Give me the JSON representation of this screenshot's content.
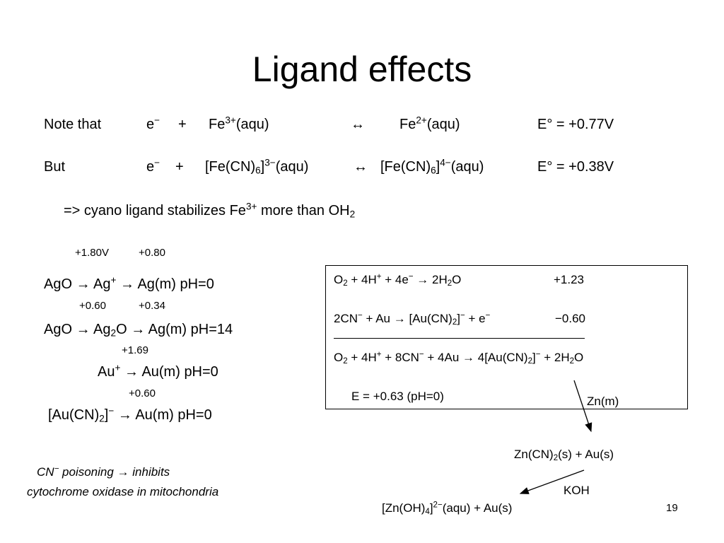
{
  "slide": {
    "title": "Ligand effects",
    "page_number": "19"
  },
  "eq1": {
    "lead": "Note that",
    "e": "e",
    "e_sup": "−",
    "plus": "+",
    "fe": "Fe",
    "fe_sup": "3+",
    "fe_tail": "(aqu)",
    "arrow": "↔",
    "prod": "Fe",
    "prod_sup": "2+",
    "prod_tail": "(aqu)",
    "pot_pre": "E",
    "pot_deg": "°",
    "pot_val": " = +0.77V"
  },
  "eq2": {
    "lead": "But",
    "e": "e",
    "e_sup": "−",
    "plus": "+",
    "r1": "[Fe(CN)",
    "r1_sub": "6",
    "r1_b": "]",
    "r1_sup": "3−",
    "r1_tail": "(aqu)",
    "arrow": "↔",
    "p1": "[Fe(CN)",
    "p1_sub": "6",
    "p1_b": "]",
    "p1_sup": "4−",
    "p1_tail": "(aqu)",
    "pot_pre": "E",
    "pot_deg": "°",
    "pot_val": " = +0.38V"
  },
  "conclusion": {
    "a": "=> cyano ligand stabilizes Fe",
    "sup": "3+",
    "b": " more than OH",
    "sub": "2"
  },
  "silver": {
    "pot1a": "+1.80V",
    "pot1b": "+0.80",
    "r1_a": "AgO ",
    "r1_arrow": "→",
    "r1_b": "  Ag",
    "r1_sup": "+",
    "r1_arrow2": " →",
    "r1_c": " Ag(m)  pH=0",
    "pot2a": "+0.60",
    "pot2b": "+0.34",
    "r2_a": "AgO ",
    "r2_arrow": "→",
    "r2_b": "  Ag",
    "r2_sub": "2",
    "r2_c": "O ",
    "r2_arrow2": "→",
    "r2_d": " Ag(m) pH=14"
  },
  "gold": {
    "pot1": "+1.69",
    "r1_a": "Au",
    "r1_sup": "+",
    "r1_arrow": "  →",
    "r1_b": " Au(m)    pH=0",
    "pot2": "+0.60",
    "r2_a": "[Au(CN)",
    "r2_sub": "2",
    "r2_b": "]",
    "r2_sup": "−",
    "r2_arrow": "  →",
    "r2_c": " Au(m)   pH=0"
  },
  "box": {
    "l1_a": "O",
    "l1_sub": "2",
    "l1_b": " + 4H",
    "l1_sup1": "+",
    "l1_c": " + 4e",
    "l1_sup2": "−",
    "l1_arrow": " → ",
    "l1_d": "2H",
    "l1_sub2": "2",
    "l1_e": "O",
    "l1_pot": "+1.23",
    "l2_a": "2CN",
    "l2_sup1": "−",
    "l2_b": " + Au ",
    "l2_arrow": "→",
    "l2_c": " [Au(CN)",
    "l2_sub": "2",
    "l2_d": "]",
    "l2_sup2": "−",
    "l2_e": " + e",
    "l2_sup3": "−",
    "l2_pot": "−0.60",
    "l3_a": "O",
    "l3_sub": "2",
    "l3_b": " + 4H",
    "l3_sup1": "+",
    "l3_c": " + 8CN",
    "l3_sup2": "−",
    "l3_d": " + 4Au ",
    "l3_arrow": "→",
    "l3_e": " 4[Au(CN)",
    "l3_sub2": "2",
    "l3_f": "]",
    "l3_sup3": "−",
    "l3_g": " + 2H",
    "l3_sub3": "2",
    "l3_h": "O",
    "l4": "E =  +0.63 (pH=0)"
  },
  "zinc": {
    "reagent1": "Zn(m)",
    "product1_a": "Zn(CN)",
    "product1_sub": "2",
    "product1_b": "(s) + Au(s)",
    "reagent2": "KOH",
    "product2_a": "[Zn(OH)",
    "product2_sub": "4",
    "product2_b": "]",
    "product2_sup": "2−",
    "product2_c": "(aqu) + Au(s)"
  },
  "note": {
    "line1_a": "CN",
    "line1_sup": "−",
    "line1_b": " poisoning → inhibits",
    "line2": "cytochrome oxidase in mitochondria"
  }
}
